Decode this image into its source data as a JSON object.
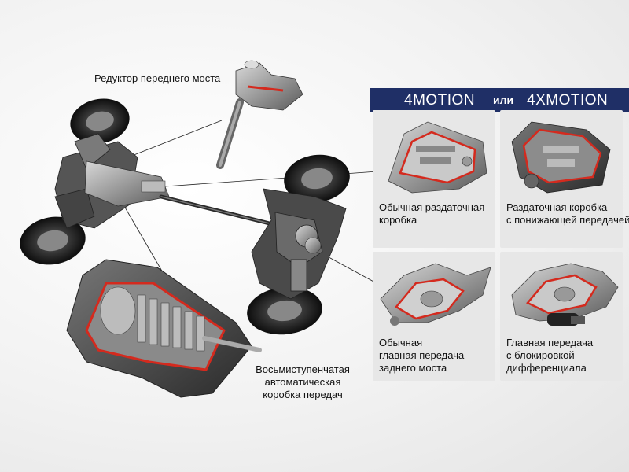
{
  "labels": {
    "front_axle": "Редуктор переднего моста",
    "transmission": [
      "Восьмиступенчатая",
      "автоматическая",
      "коробка передач"
    ],
    "transfer_standard": [
      "Обычная раздаточная",
      "коробка"
    ],
    "transfer_low": [
      "Раздаточная коробка",
      "с понижающей передачей"
    ],
    "rear_standard": [
      "Обычная",
      "главная передача",
      "заднего моста"
    ],
    "rear_locking": [
      "Главная передача",
      "с блокировкой",
      "дифференциала"
    ]
  },
  "banner": {
    "left": "4MOTION",
    "middle": "или",
    "right": "4XMOTION"
  },
  "colors": {
    "banner": "#1f2f66",
    "accent": "#d42a1e",
    "metal": "#9a9a9a"
  }
}
